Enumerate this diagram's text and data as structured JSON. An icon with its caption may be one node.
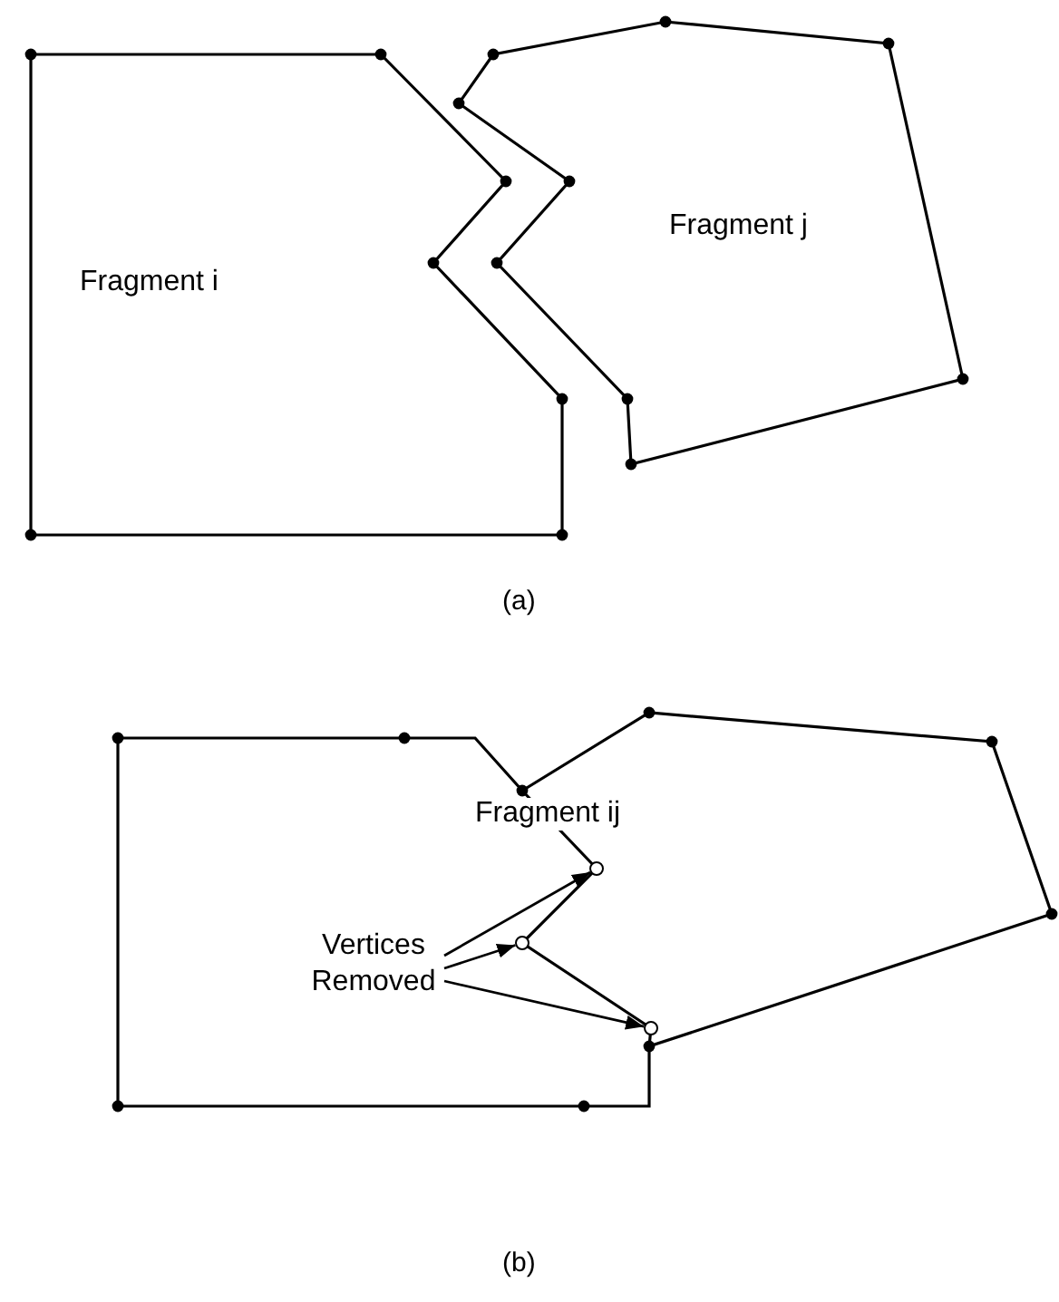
{
  "diagram": {
    "nodes": [
      {
        "text": [
          "Fragment i"
        ]
      },
      {
        "text": [
          "Fragment j"
        ]
      },
      {
        "text": [
          "Fragment ij"
        ]
      },
      {
        "text": [
          "Vertices Removed"
        ],
        "in": 2
      },
      {
        "text": [],
        "shape": "circle",
        "in": 2
      },
      {
        "text": [],
        "shape": "circle",
        "in": 2
      },
      {
        "text": [],
        "shape": "circle",
        "in": 2
      }
    ],
    "edges": [
      {
        "from": 3,
        "to": 4,
        "arrow": "to"
      },
      {
        "from": 3,
        "to": 5,
        "arrow": "to"
      },
      {
        "from": 3,
        "to": 6,
        "arrow": "to"
      }
    ],
    "labels": [
      "(a)",
      "(b)"
    ]
  }
}
